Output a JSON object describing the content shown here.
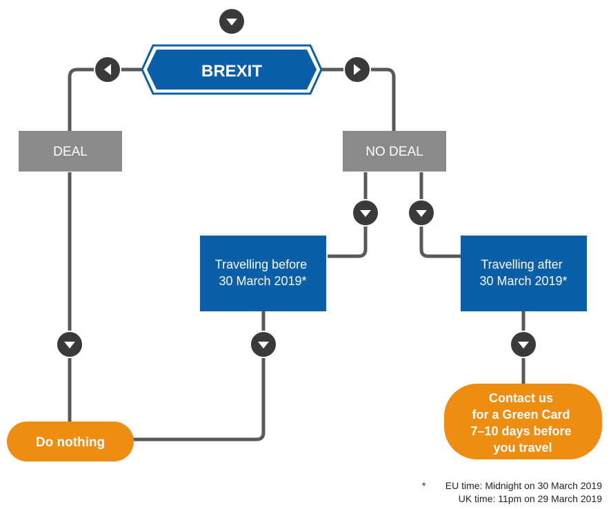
{
  "title": "BREXIT",
  "nodes": {
    "deal": "DEAL",
    "no_deal": "NO DEAL",
    "travel_before": [
      "Travelling before",
      "30 March 2019*"
    ],
    "travel_after": [
      "Travelling after",
      "30 March 2019*"
    ],
    "do_nothing": "Do nothing",
    "contact": [
      "Contact us",
      "for a Green Card",
      "7–10 days before",
      "you travel"
    ]
  },
  "footnote": {
    "marker": "*",
    "line1": "EU time: Midnight on 30 March 2019",
    "line2": "UK time: 11pm on 29 March 2019"
  },
  "colors": {
    "blue": "#0b5ea8",
    "gray": "#8a8a8a",
    "orange": "#ef8c12",
    "connector": "#595959",
    "arrow_bg": "#3a3a3a",
    "white": "#ffffff",
    "text_dark": "#222222"
  },
  "icons": {
    "down": "chevron-down-icon",
    "left": "chevron-left-icon",
    "right": "chevron-right-icon"
  }
}
